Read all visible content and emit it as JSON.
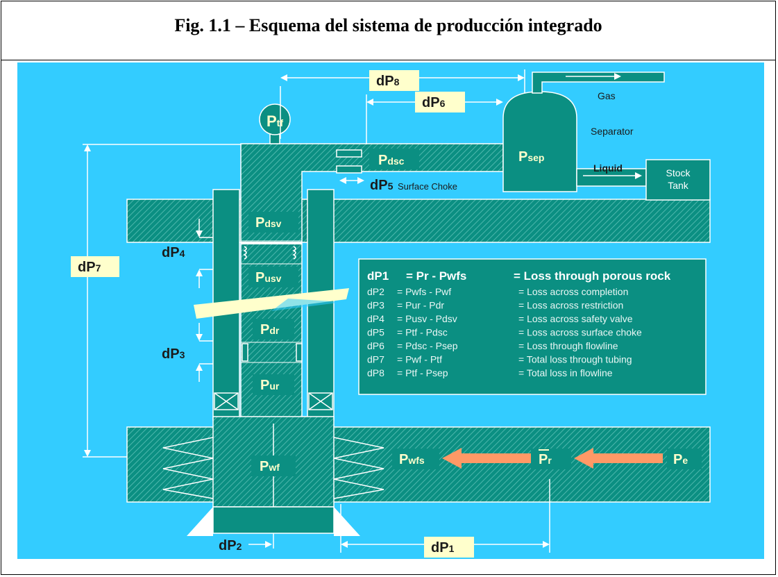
{
  "figure": {
    "title": "Fig. 1.1 – Esquema del sistema de producción integrado"
  },
  "colors": {
    "background": "#33ccff",
    "teal": "#0b8f82",
    "hatch_line": "#5fc2b8",
    "white": "#ffffff",
    "label_box": "#ffffcc",
    "arrow_orange": "#ff9966"
  },
  "pressure_nodes": {
    "ptf": {
      "main": "P",
      "sub": "tf"
    },
    "pdsc": {
      "main": "P",
      "sub": "dsc"
    },
    "psep": {
      "main": "P",
      "sub": "sep"
    },
    "pdsv": {
      "main": "P",
      "sub": "dsv"
    },
    "pusv": {
      "main": "P",
      "sub": "usv"
    },
    "pdr": {
      "main": "P",
      "sub": "dr"
    },
    "pur": {
      "main": "P",
      "sub": "ur"
    },
    "pwf": {
      "main": "P",
      "sub": "wf"
    },
    "pwfs": {
      "main": "P",
      "sub": "wfs"
    },
    "pr": {
      "main": "P",
      "sub": "r"
    },
    "pe": {
      "main": "P",
      "sub": "e"
    }
  },
  "losses": {
    "dp1": {
      "main": "dP",
      "sub": "1"
    },
    "dp2": {
      "main": "dP",
      "sub": "2"
    },
    "dp3": {
      "main": "dP",
      "sub": "3"
    },
    "dp4": {
      "main": "dP",
      "sub": "4"
    },
    "dp5": {
      "main": "dP",
      "sub": "5"
    },
    "dp6": {
      "main": "dP",
      "sub": "6"
    },
    "dp7": {
      "main": "dP",
      "sub": "7"
    },
    "dp8": {
      "main": "dP",
      "sub": "8"
    }
  },
  "labels": {
    "gas": "Gas",
    "separator": "Separator",
    "liquid": "Liquid",
    "stock_tank_line1": "Stock",
    "stock_tank_line2": "Tank",
    "surface_choke": "Surface Choke"
  },
  "legend": [
    {
      "name": "dP1",
      "expr": "= Pr - Pwfs",
      "desc": "= Loss through porous rock"
    },
    {
      "name": "dP2",
      "expr": "= Pwfs - Pwf",
      "desc": "= Loss across completion"
    },
    {
      "name": "dP3",
      "expr": "= Pur - Pdr",
      "desc": "= Loss across restriction"
    },
    {
      "name": "dP4",
      "expr": "= Pusv - Pdsv",
      "desc": "= Loss across safety valve"
    },
    {
      "name": "dP5",
      "expr": "= Ptf - Pdsc",
      "desc": "= Loss across surface choke"
    },
    {
      "name": "dP6",
      "expr": "= Pdsc - Psep",
      "desc": "= Loss through flowline"
    },
    {
      "name": "dP7",
      "expr": "= Pwf - Ptf",
      "desc": "= Total loss through tubing"
    },
    {
      "name": "dP8",
      "expr": "= Ptf - Psep",
      "desc": "= Total loss in flowline"
    }
  ]
}
